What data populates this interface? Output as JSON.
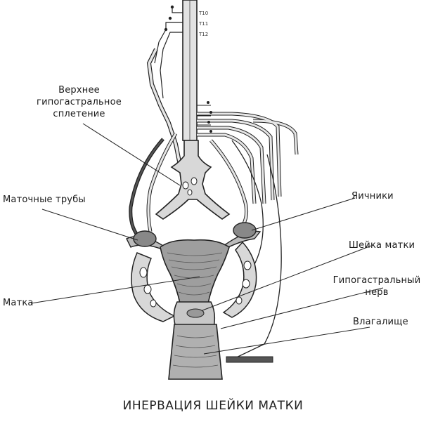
{
  "caption": "ИНЕРВАЦИЯ ШЕЙКИ МАТКИ",
  "spinal_levels": [
    "T10",
    "T11",
    "T12"
  ],
  "labels": {
    "superior_plexus_1": "Верхнее",
    "superior_plexus_2": "гипогастральное",
    "superior_plexus_3": "сплетение",
    "tubes": "Маточные трубы",
    "uterus": "Матка",
    "ovaries": "Яичники",
    "cervix": "Шейка матки",
    "hypogastric_nerve_1": "Гипогастральный",
    "hypogastric_nerve_2": "нерв",
    "vagina": "Влагалище"
  },
  "colors": {
    "ink": "#1f1f1f",
    "nerve_fill": "#d6d6d6",
    "tissue_fill": "#c4c4c4",
    "dark_tissue": "#555555"
  }
}
